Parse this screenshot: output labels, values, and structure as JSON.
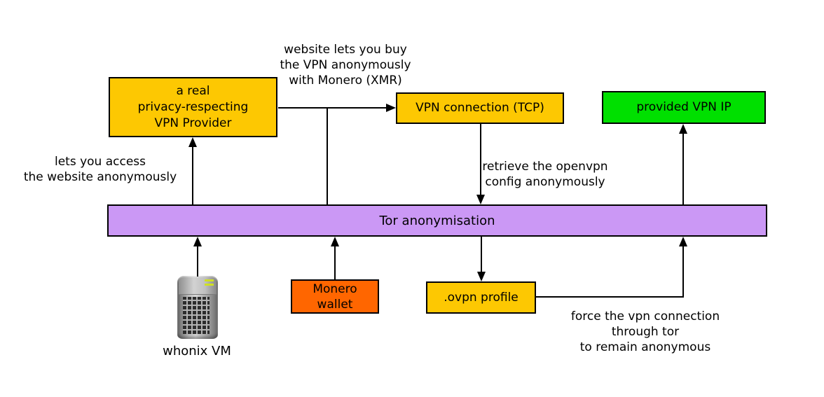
{
  "colors": {
    "box_yellow": "#fdc802",
    "box_green": "#00e000",
    "box_purple": "#cb98f5",
    "box_orange": "#ff6600",
    "line": "#000000"
  },
  "nodes": {
    "vpn_provider": {
      "line1": "a real",
      "line2": "privacy-respecting",
      "line3": "VPN Provider"
    },
    "vpn_connection": {
      "label": "VPN connection (TCP)"
    },
    "provided_vpn_ip": {
      "label": "provided VPN IP"
    },
    "tor": {
      "label": "Tor anonymisation"
    },
    "monero_wallet": {
      "line1": "Monero",
      "line2": "wallet"
    },
    "ovpn_profile": {
      "label": ".ovpn profile"
    },
    "whonix_vm": {
      "label": "whonix VM"
    }
  },
  "annotations": {
    "buy_note": {
      "line1": "website lets you buy",
      "line2": "the VPN anonymously",
      "line3": "with Monero (XMR)"
    },
    "access_note": {
      "line1": "lets you access",
      "line2": "the website anonymously"
    },
    "retrieve_note": {
      "line1": "retrieve the openvpn",
      "line2": "config anonymously"
    },
    "force_note": {
      "line1": "force the vpn connection",
      "line2": "through tor",
      "line3": "to remain anonymous"
    }
  }
}
